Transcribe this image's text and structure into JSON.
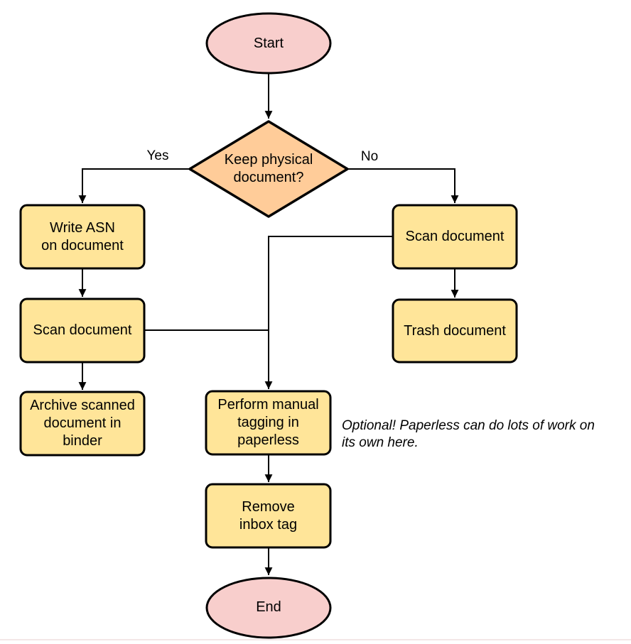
{
  "diagram": {
    "type": "flowchart",
    "nodes": {
      "start": {
        "label": "Start",
        "shape": "terminal"
      },
      "decision": {
        "label": "Keep physical\ndocument?",
        "shape": "decision"
      },
      "write_asn": {
        "label": "Write ASN\non document",
        "shape": "process"
      },
      "scan_left": {
        "label": "Scan document",
        "shape": "process"
      },
      "archive": {
        "label": "Archive scanned\ndocument in\nbinder",
        "shape": "process"
      },
      "scan_right": {
        "label": "Scan document",
        "shape": "process"
      },
      "trash": {
        "label": "Trash document",
        "shape": "process"
      },
      "tagging": {
        "label": "Perform manual\ntagging in\npaperless",
        "shape": "process"
      },
      "remove_inbox": {
        "label": "Remove\ninbox tag",
        "shape": "process"
      },
      "end": {
        "label": "End",
        "shape": "terminal"
      }
    },
    "edge_labels": {
      "yes": "Yes",
      "no": "No"
    },
    "edges": [
      "start -> decision",
      "decision -Yes-> write_asn",
      "decision -No-> scan_right",
      "write_asn -> scan_left",
      "scan_left -> archive",
      "scan_left -> tagging",
      "scan_right -> trash",
      "scan_right -> tagging",
      "tagging -> remove_inbox",
      "remove_inbox -> end"
    ],
    "annotation": "Optional! Paperless can do lots of work on\nits own here.",
    "colors": {
      "terminal_fill": "#f8cecc",
      "decision_fill": "#ffcc99",
      "process_fill": "#ffe599",
      "stroke": "#000000",
      "connector": "#000000",
      "background": "#ffffff"
    }
  }
}
